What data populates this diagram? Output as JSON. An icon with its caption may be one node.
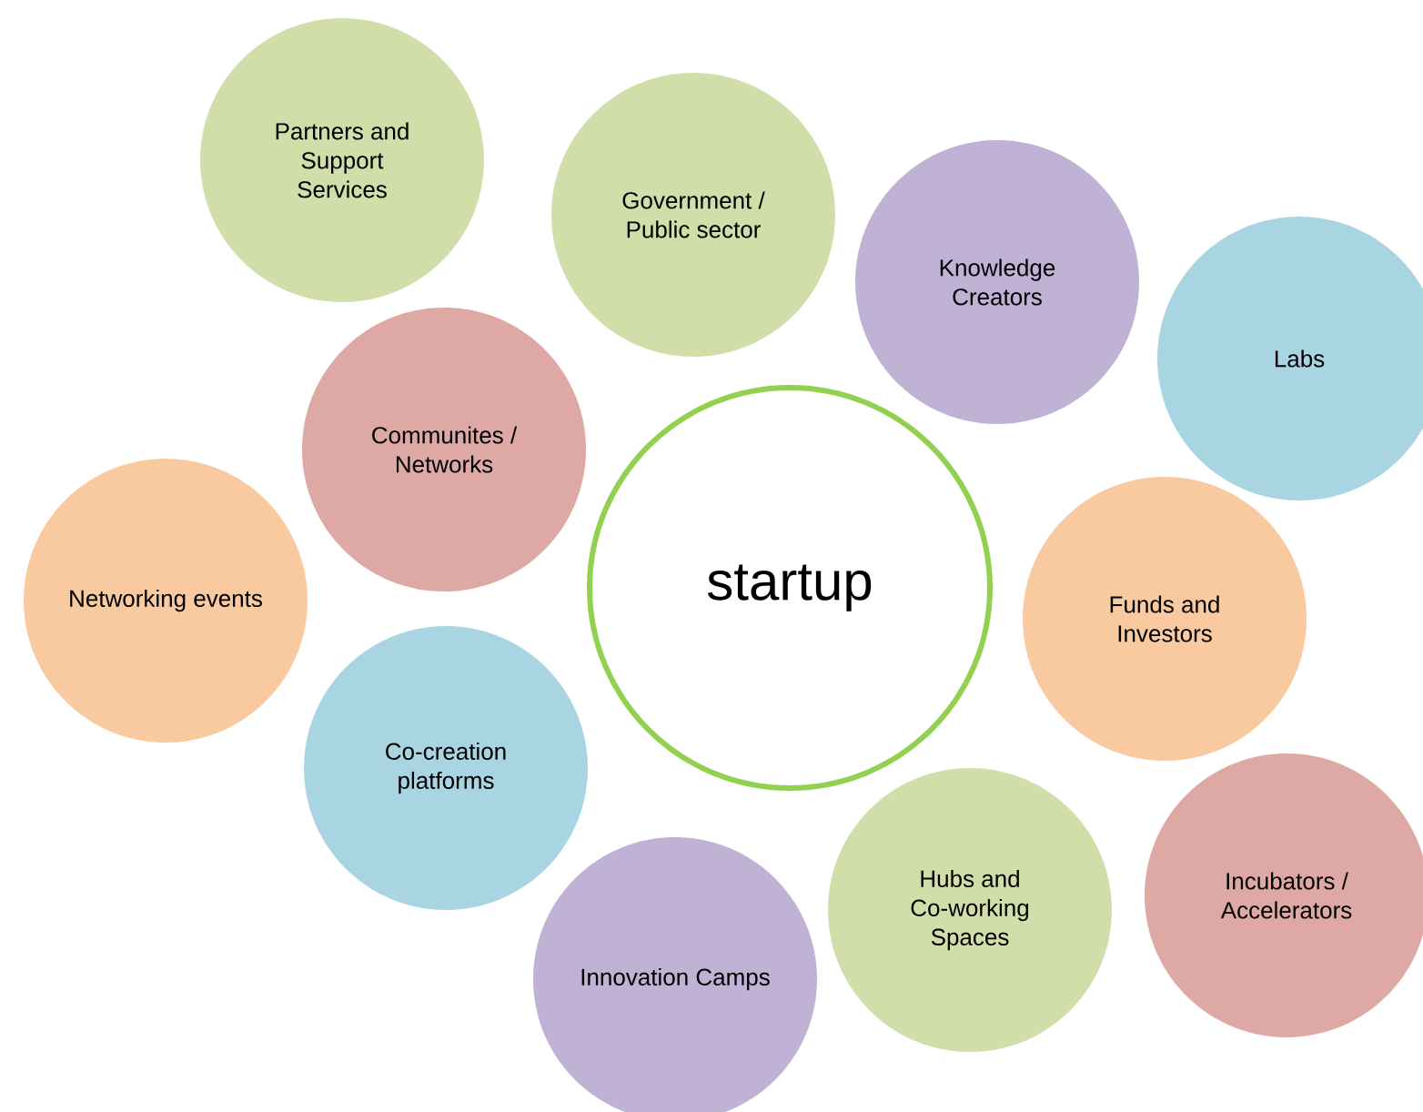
{
  "diagram": {
    "nodes": [
      {
        "text": [
          "Partners and Support Services"
        ]
      },
      {
        "text": [
          "Government / Public sector"
        ]
      },
      {
        "text": [
          "Knowledge Creators"
        ]
      },
      {
        "text": [
          "Labs"
        ]
      },
      {
        "text": [
          "Communites / Networks"
        ]
      },
      {
        "text": [
          "startup"
        ]
      },
      {
        "text": [
          "Networking events"
        ]
      },
      {
        "text": [
          "Funds and Investors"
        ]
      },
      {
        "text": [
          "Co-creation platforms"
        ]
      },
      {
        "text": [
          "Hubs and Co-working Spaces"
        ]
      },
      {
        "text": [
          "Incubators / Accelerators"
        ]
      },
      {
        "text": [
          "Innovation Camps"
        ]
      }
    ]
  }
}
